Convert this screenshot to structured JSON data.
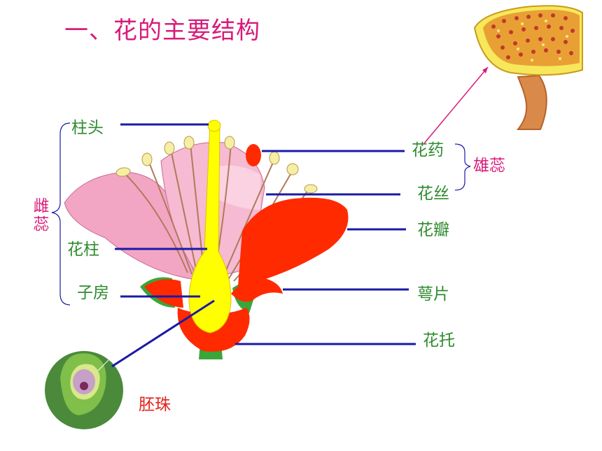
{
  "title": "一、花的主要结构",
  "labels": {
    "stigma": "柱头",
    "style": "花柱",
    "ovary": "子房",
    "pistil": "雌蕊",
    "anther": "花药",
    "filament": "花丝",
    "stamen": "雄蕊",
    "petal": "花瓣",
    "sepal": "萼片",
    "receptacle": "花托",
    "ovule": "胚珠"
  },
  "colors": {
    "title": "#d81b7a",
    "label": "#2e8b2e",
    "pointer_line": "#1a1aa6",
    "pistil": "#ffff00",
    "petal_pink": "#f3a6c4",
    "petal_red": "#ff2a00",
    "sepal_green": "#3aa63a"
  }
}
